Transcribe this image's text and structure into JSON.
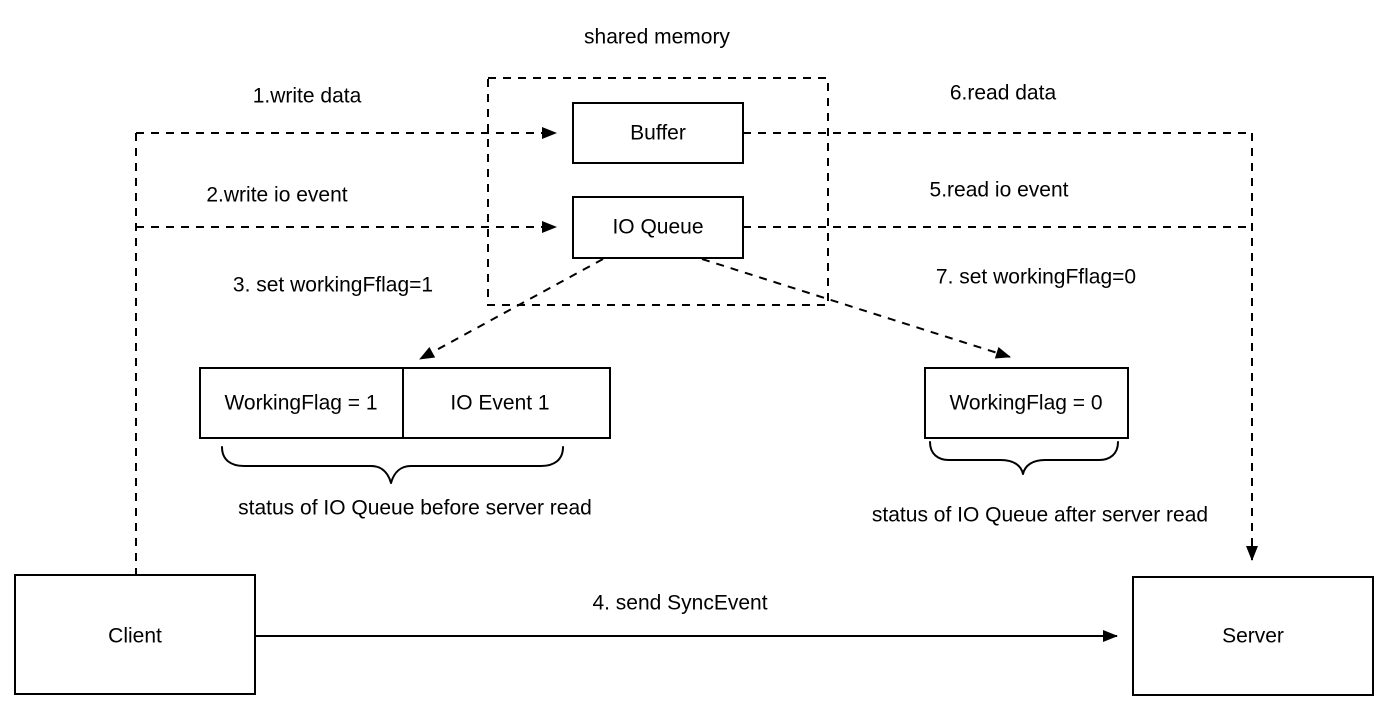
{
  "diagram": {
    "title": "shared memory",
    "nodes": {
      "buffer": "Buffer",
      "io_queue": "IO Queue",
      "working_flag_1": "WorkingFlag = 1",
      "io_event_1": "IO Event 1",
      "working_flag_0": "WorkingFlag = 0",
      "client": "Client",
      "server": "Server"
    },
    "edge_labels": {
      "step1": "1.write data",
      "step2": "2.write io event",
      "step3": "3. set workingFflag=1",
      "step4": "4. send SyncEvent",
      "step5": "5.read io event",
      "step6": "6.read data",
      "step7": "7. set workingFflag=0"
    },
    "captions": {
      "before_read": "status of IO Queue before server read",
      "after_read": "status of IO Queue after server read"
    },
    "colors": {
      "stroke": "#000000",
      "background": "#ffffff"
    }
  }
}
